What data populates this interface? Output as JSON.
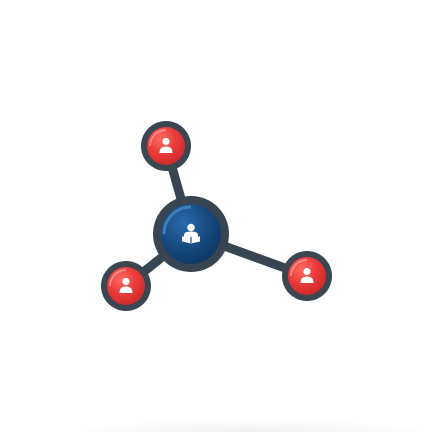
{
  "graphic": {
    "type": "network-hub-illustration",
    "hub": {
      "icon": "reader-person-icon",
      "fill": "#1a4f86",
      "ring": "#384550"
    },
    "nodes": [
      {
        "name": "node-top",
        "icon": "user-icon",
        "fill": "#e6383a"
      },
      {
        "name": "node-right",
        "icon": "user-icon",
        "fill": "#e6383a"
      },
      {
        "name": "node-left",
        "icon": "user-icon",
        "fill": "#e6383a"
      }
    ],
    "colors": {
      "connector": "#384550",
      "node_ring": "#3b4650",
      "icon": "#ffffff"
    }
  }
}
